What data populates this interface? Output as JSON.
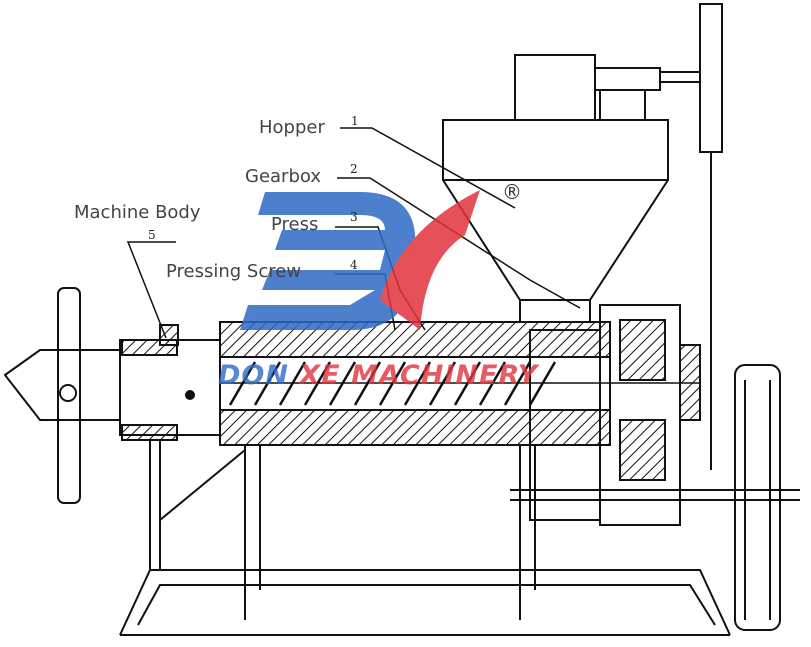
{
  "labels": [
    {
      "number": "1",
      "text": "Hopper"
    },
    {
      "number": "2",
      "text": "Gearbox"
    },
    {
      "number": "3",
      "text": "Press"
    },
    {
      "number": "4",
      "text": "Pressing Screw"
    },
    {
      "number": "5",
      "text": "Machine Body"
    }
  ],
  "watermark": {
    "part1": "DON",
    "part2": " XE MACHINERY",
    "registered": "®",
    "colors": {
      "blue": "#2f6bc4",
      "red": "#e2333d"
    }
  }
}
